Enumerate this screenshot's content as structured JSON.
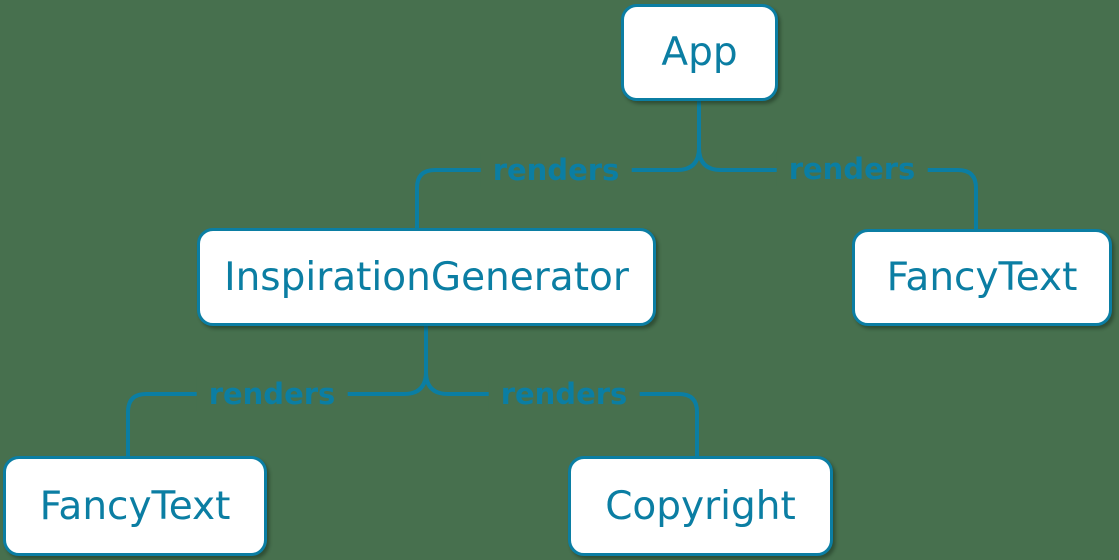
{
  "diagram": {
    "type": "component-render-tree",
    "colors": {
      "background": "#47704e",
      "accent": "#0b7ea3",
      "node_fill": "#ffffff"
    },
    "nodes": {
      "app": {
        "label": "App"
      },
      "inspiration_generator": {
        "label": "InspirationGenerator"
      },
      "fancy_text_top": {
        "label": "FancyText"
      },
      "fancy_text_bottom": {
        "label": "FancyText"
      },
      "copyright": {
        "label": "Copyright"
      }
    },
    "edges": [
      {
        "from": "App",
        "to": "InspirationGenerator",
        "label": "renders"
      },
      {
        "from": "App",
        "to": "FancyText",
        "label": "renders"
      },
      {
        "from": "InspirationGenerator",
        "to": "FancyText",
        "label": "renders"
      },
      {
        "from": "InspirationGenerator",
        "to": "Copyright",
        "label": "renders"
      }
    ]
  }
}
